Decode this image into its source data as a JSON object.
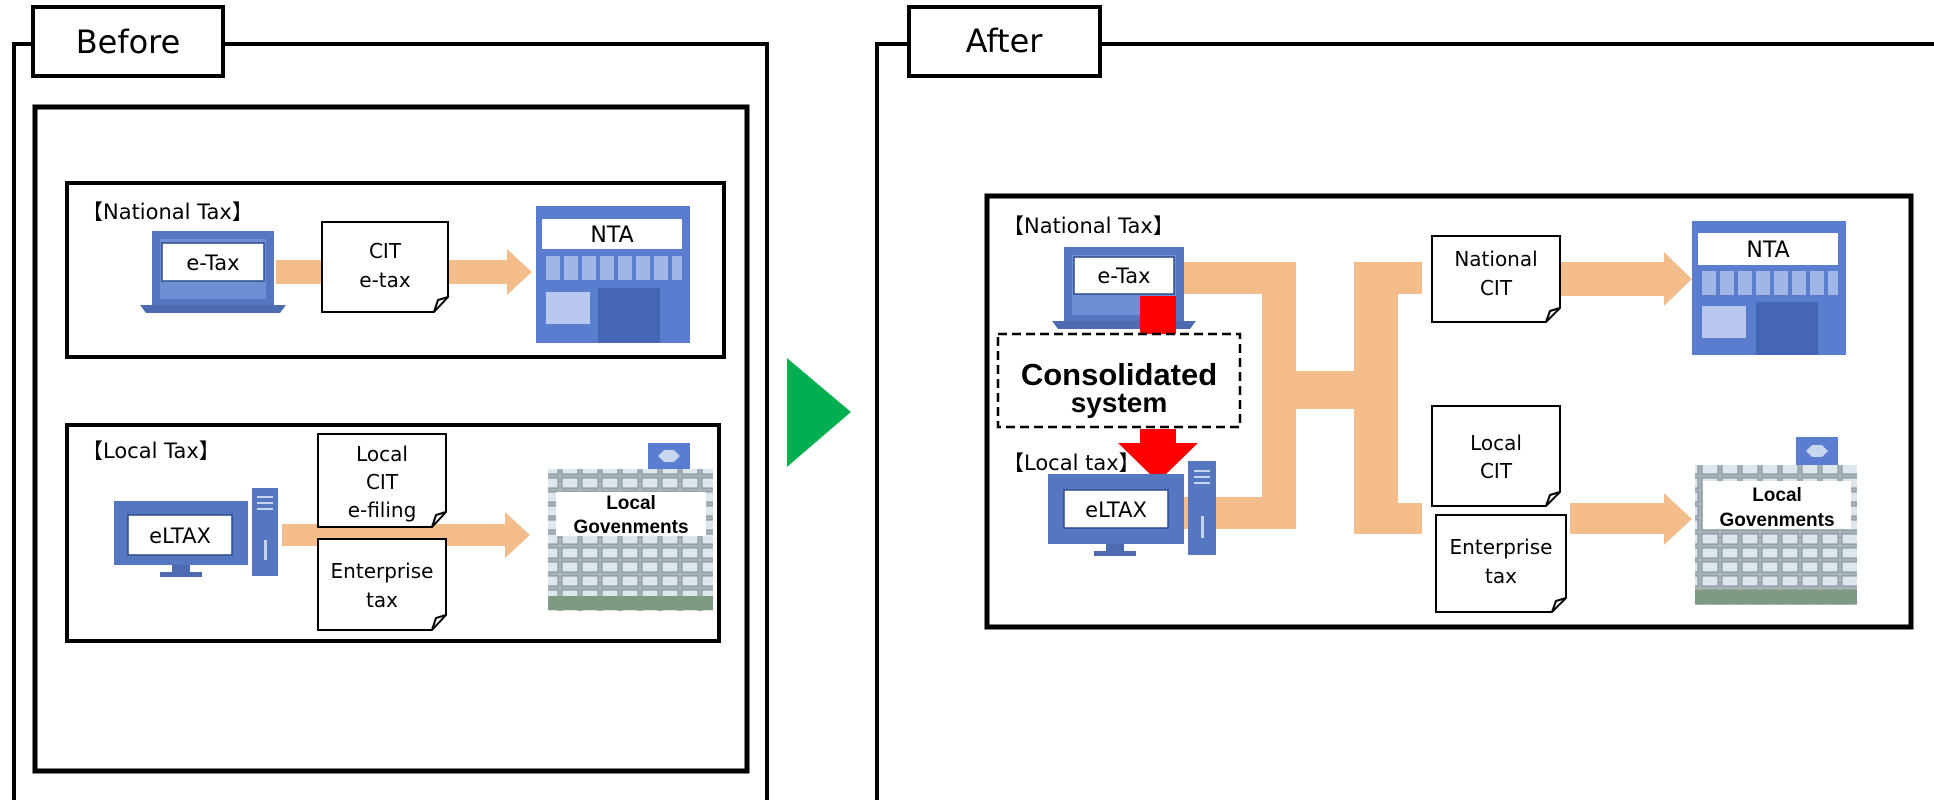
{
  "before": {
    "title": "Before",
    "national": {
      "label": "【National Tax】",
      "device": "e-Tax",
      "doc_lines": [
        "CIT",
        "e-tax"
      ],
      "office": "NTA"
    },
    "local": {
      "label": "【Local Tax】",
      "device": "eLTAX",
      "doc1_lines": [
        "Local",
        "CIT",
        "e-filing"
      ],
      "doc2_lines": [
        "Enterprise",
        "tax"
      ],
      "office_lines": [
        "Local",
        "Govenments"
      ]
    }
  },
  "after": {
    "title": "After",
    "national_label": "【National Tax】",
    "national_device": "e-Tax",
    "consolidated_lines": [
      "Consolidated",
      "system"
    ],
    "local_label": "【Local tax】",
    "local_device": "eLTAX",
    "doc_national_lines": [
      "National",
      "CIT"
    ],
    "office_national": "NTA",
    "doc_local_lines": [
      "Local",
      "CIT"
    ],
    "doc_enterprise_lines": [
      "Enterprise",
      "tax"
    ],
    "office_local_lines": [
      "Local",
      "Govenments"
    ]
  },
  "colors": {
    "flow": "#f2bd8a",
    "device_blue": "#5577bf",
    "device_dark": "#3d5896",
    "transition_arrow": "#00b050",
    "merge_arrow": "#ff0000",
    "building_blue": "#5a7dd0"
  },
  "icons": {
    "laptop": "laptop-icon",
    "desktop": "desktop-computer-icon",
    "nta": "government-building-icon",
    "local_gov": "office-building-icon",
    "document": "document-icon"
  }
}
